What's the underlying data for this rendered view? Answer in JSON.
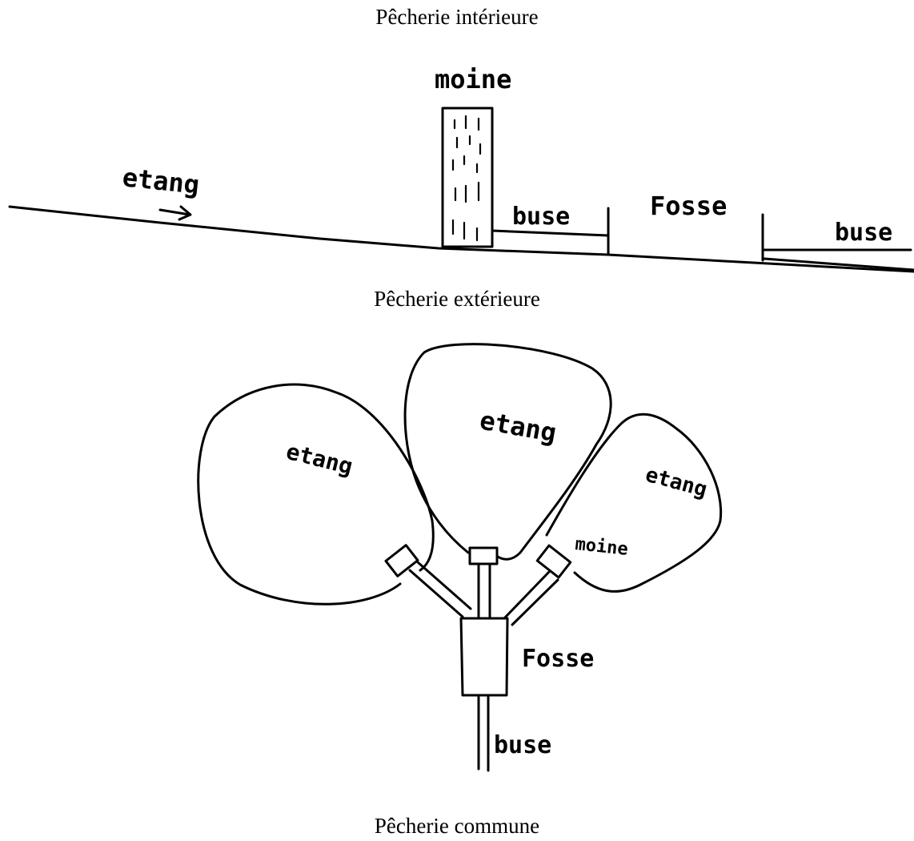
{
  "captions": {
    "interior": "Pêcherie intérieure",
    "exterior": "Pêcherie extérieure",
    "common": "Pêcherie commune"
  },
  "interior_sketch": {
    "moine": "moine",
    "etang": "etang",
    "buse_left": "buse",
    "fosse": "Fosse",
    "buse_right": "buse"
  },
  "exterior_sketch": {
    "etang_left": "etang",
    "etang_center": "etang",
    "etang_right": "etang",
    "moine": "moine",
    "fosse": "Fosse",
    "buse": "buse"
  }
}
